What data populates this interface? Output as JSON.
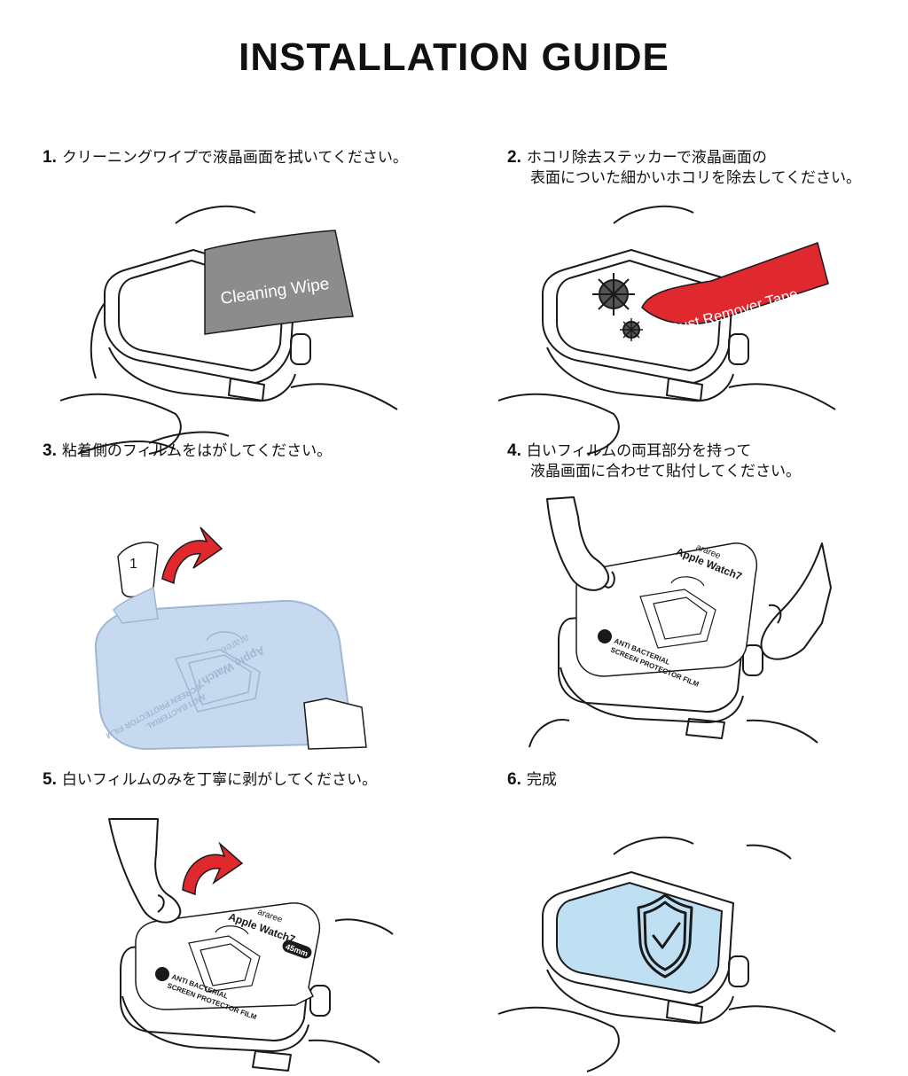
{
  "title": "INSTALLATION GUIDE",
  "steps": [
    {
      "num": "1.",
      "line1": "クリーニングワイプで液晶画面を拭いてください。",
      "line2": "",
      "label": "Cleaning Wipe"
    },
    {
      "num": "2.",
      "line1": "ホコリ除去ステッカーで液晶画面の",
      "line2": "表面についた細かいホコリを除去してください。",
      "label": "Dust Remover Tape"
    },
    {
      "num": "3.",
      "line1": "粘着側のフィルムをはがしてください。",
      "line2": "",
      "label": "1"
    },
    {
      "num": "4.",
      "line1": "白いフィルムの両耳部分を持って",
      "line2": "液晶画面に合わせて貼付してください。",
      "label": ""
    },
    {
      "num": "5.",
      "line1": "白いフィルムのみを丁寧に剥がしてください。",
      "line2": "",
      "label": ""
    },
    {
      "num": "6.",
      "line1": "完成",
      "line2": "",
      "label": ""
    }
  ],
  "film": {
    "brand": "araree",
    "model": "Apple Watch7",
    "size": "45mm",
    "line1": "ANTI BACTERIAL",
    "line2": "SCREEN PROTECTOR FILM"
  },
  "colors": {
    "wipe": "#8c8c8c",
    "tape": "#e0292f",
    "arrow": "#e0292f",
    "film_blue": "#c6d9ef",
    "done_blue": "#bfe0f3",
    "line": "#1a1a1a"
  }
}
